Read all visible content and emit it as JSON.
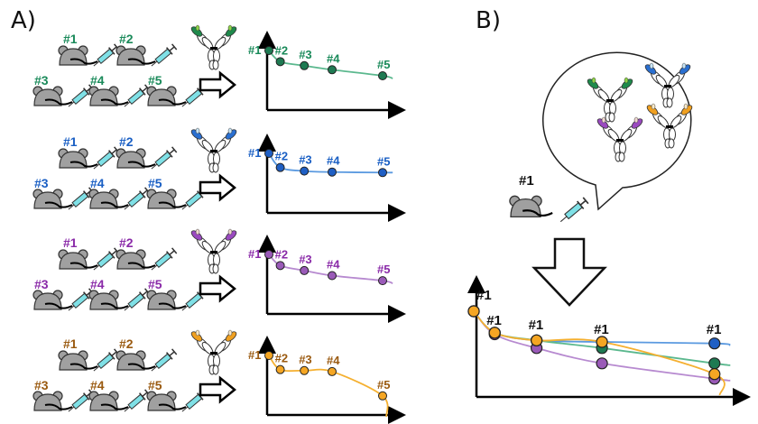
{
  "panels": {
    "a_label": "A)",
    "b_label": "B)"
  },
  "panel_a": {
    "rows": [
      {
        "color": "#1a8a5a",
        "dot": "#1e7a52",
        "line": "#5bb88e",
        "ab_color": "#1f8a4c",
        "ab_tip": "#8fd44a",
        "mice": [
          "#1",
          "#2",
          "#3",
          "#4",
          "#5"
        ],
        "chart_labels": [
          "#1",
          "#2",
          "#3",
          "#4",
          "#5"
        ],
        "values": [
          1.0,
          0.78,
          0.7,
          0.62,
          0.5
        ]
      },
      {
        "color": "#1a5fc4",
        "dot": "#1f5fc4",
        "line": "#5b9ae0",
        "ab_color": "#2a6fd0",
        "ab_tip": "#c8e4f4",
        "mice": [
          "#1",
          "#2",
          "#3",
          "#4",
          "#5"
        ],
        "chart_labels": [
          "#1",
          "#2",
          "#3",
          "#4",
          "#5"
        ],
        "values": [
          1.0,
          0.72,
          0.65,
          0.63,
          0.62
        ]
      },
      {
        "color": "#8a2aa8",
        "dot": "#9a5ab8",
        "line": "#b78ad0",
        "ab_color": "#9a4ac0",
        "ab_tip": "#f0d8d0",
        "mice": [
          "#1",
          "#2",
          "#3",
          "#4",
          "#5"
        ],
        "chart_labels": [
          "#1",
          "#2",
          "#3",
          "#4",
          "#5"
        ],
        "values": [
          1.0,
          0.78,
          0.68,
          0.58,
          0.48
        ]
      },
      {
        "color": "#9a5a10",
        "dot": "#f5a623",
        "line": "#f5b030",
        "ab_color": "#f0a020",
        "ab_tip": "#f8e8c8",
        "mice": [
          "#1",
          "#2",
          "#3",
          "#4",
          "#5"
        ],
        "chart_labels": [
          "#1",
          "#2",
          "#3",
          "#4",
          "#5"
        ],
        "values": [
          1.0,
          0.72,
          0.7,
          0.68,
          0.2
        ]
      }
    ]
  },
  "panel_b": {
    "mouse_label": "#1",
    "chart_labels": [
      "#1",
      "#1",
      "#1",
      "#1",
      "#1"
    ],
    "series": [
      {
        "name": "blue",
        "color": "#1f5fc4",
        "line": "#5b9ae0",
        "values": [
          1.0,
          0.72,
          0.62,
          0.6,
          0.58
        ]
      },
      {
        "name": "green",
        "color": "#1e7a52",
        "line": "#5bb88e",
        "values": [
          1.0,
          0.72,
          0.62,
          0.52,
          0.32
        ]
      },
      {
        "name": "purple",
        "color": "#9a5ab8",
        "line": "#b78ad0",
        "values": [
          1.0,
          0.7,
          0.52,
          0.32,
          0.12
        ]
      },
      {
        "name": "orange",
        "color": "#f5a623",
        "line": "#f5b030",
        "values": [
          1.0,
          0.72,
          0.62,
          0.6,
          0.18
        ]
      }
    ]
  }
}
